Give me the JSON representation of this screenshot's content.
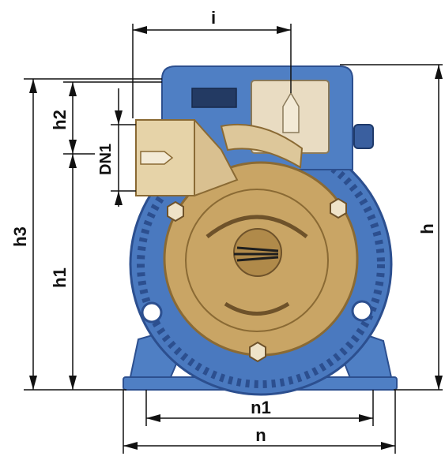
{
  "dimensions": {
    "i": "i",
    "h": "h",
    "h1": "h1",
    "h2": "h2",
    "h3": "h3",
    "dn1": "DN1",
    "n": "n",
    "n1": "n1"
  },
  "colors": {
    "pump_body": "#4f7fc4",
    "pump_body_dark": "#2c4f8f",
    "brass": "#c9a565",
    "brass_dark": "#8a6a34",
    "terminal_box": "#e9dcc2",
    "line": "#111111"
  }
}
